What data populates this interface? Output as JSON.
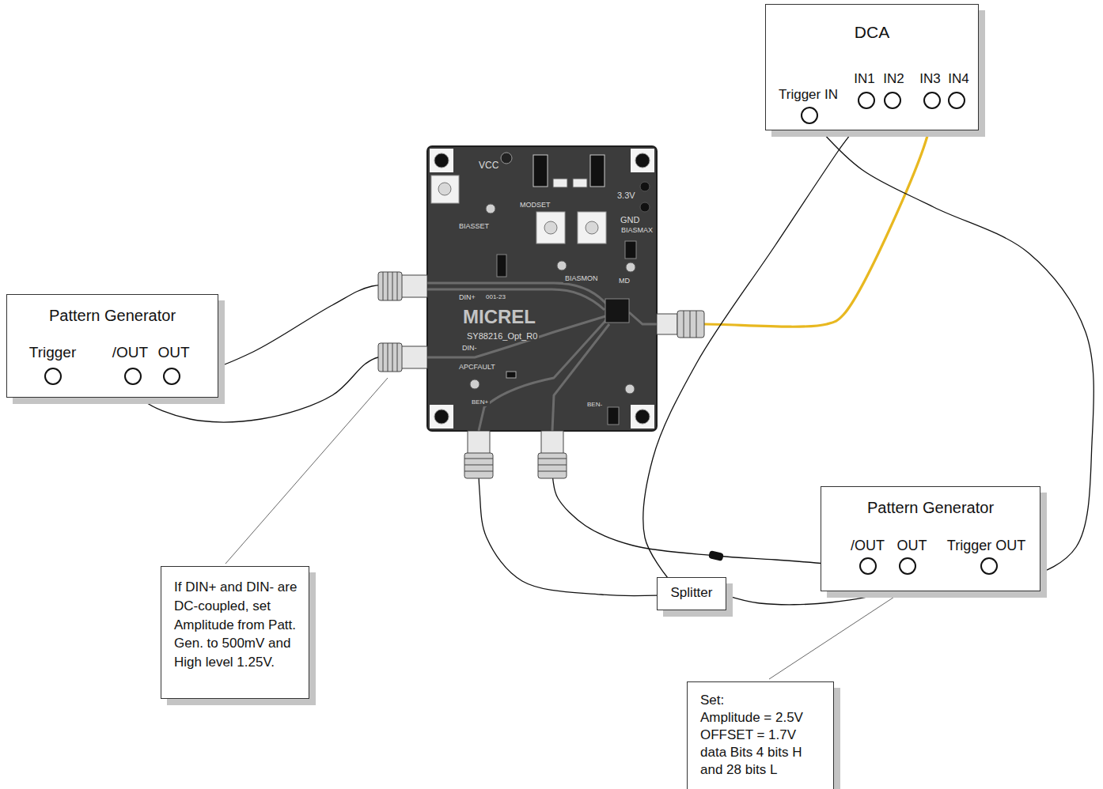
{
  "diagram": {
    "nodes": [
      {
        "text": [
          "DCA"
        ]
      },
      {
        "text": [
          "Trigger IN"
        ],
        "in": 0
      },
      {
        "text": [
          "IN1"
        ],
        "in": 0
      },
      {
        "text": [
          "IN2"
        ],
        "in": 0
      },
      {
        "text": [
          "IN3"
        ],
        "in": 0
      },
      {
        "text": [
          "IN4"
        ],
        "in": 0
      },
      {
        "text": [
          "VCC",
          "3.3V",
          "MODSET",
          "GND",
          "BIASSET",
          "BIASMAX",
          "BIASMON",
          "MD",
          "DIN+",
          "001-23",
          "MICREL",
          "SY88216_Opt_R0",
          "DIN-",
          "APCFAULT",
          "BEN+",
          "BEN-"
        ]
      },
      {
        "text": [
          "Pattern Generator"
        ]
      },
      {
        "text": [
          "Trigger"
        ],
        "in": 7
      },
      {
        "text": [
          "/OUT"
        ],
        "in": 7
      },
      {
        "text": [
          "OUT"
        ],
        "in": 7
      },
      {
        "text": [
          "Pattern Generator"
        ]
      },
      {
        "text": [
          "/OUT"
        ],
        "in": 11
      },
      {
        "text": [
          "OUT"
        ],
        "in": 11
      },
      {
        "text": [
          "Trigger OUT"
        ],
        "in": 11
      },
      {
        "text": [
          "If DIN+ and DIN- are DC-coupled, set Amplitude from Patt. Gen. to 500mV and High level 1.25V."
        ]
      },
      {
        "text": [
          "Splitter"
        ]
      },
      {
        "text": [
          "Set:",
          "Amplitude = 2.5V",
          "OFFSET = 1.7V",
          "data Bits 4 bits H and 28 bits L"
        ]
      }
    ],
    "edges": [
      {
        "from": 10,
        "to": 6,
        "arrow": "none"
      },
      {
        "from": 9,
        "to": 6,
        "arrow": "none"
      },
      {
        "from": 6,
        "to": 4,
        "arrow": "none"
      },
      {
        "from": 14,
        "to": 1,
        "arrow": "none"
      },
      {
        "from": 16,
        "to": 2,
        "arrow": "none"
      },
      {
        "from": 13,
        "to": 16,
        "arrow": "none"
      },
      {
        "from": 16,
        "to": 6,
        "arrow": "none"
      },
      {
        "from": 12,
        "to": 6,
        "arrow": "none"
      }
    ]
  }
}
